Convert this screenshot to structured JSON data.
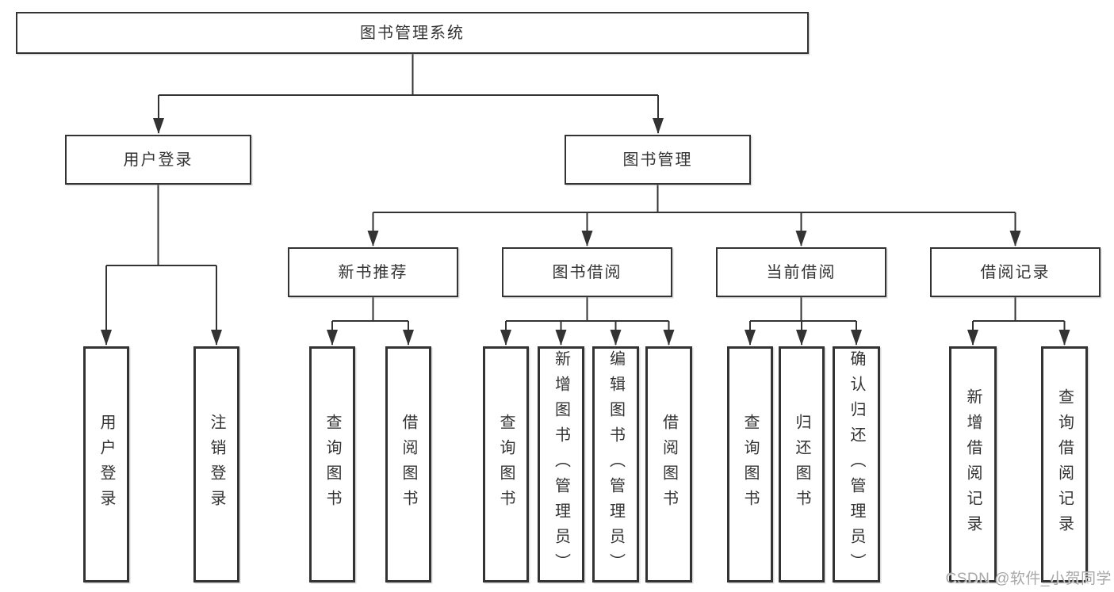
{
  "diagram": {
    "root": {
      "label": "图书管理系统"
    },
    "branches": [
      {
        "label": "用户登录",
        "children": [
          {
            "label": "用户登录"
          },
          {
            "label": "注销登录"
          }
        ]
      },
      {
        "label": "图书管理",
        "children": [
          {
            "label": "新书推荐",
            "children": [
              {
                "label": "查询图书"
              },
              {
                "label": "借阅图书"
              }
            ]
          },
          {
            "label": "图书借阅",
            "children": [
              {
                "label": "查询图书"
              },
              {
                "label": "新增图书（管理员）"
              },
              {
                "label": "编辑图书（管理员）"
              },
              {
                "label": "借阅图书"
              }
            ]
          },
          {
            "label": "当前借阅",
            "children": [
              {
                "label": "查询图书"
              },
              {
                "label": "归还图书"
              },
              {
                "label": "确认归还（管理员）"
              }
            ]
          },
          {
            "label": "借阅记录",
            "children": [
              {
                "label": "新增借阅记录"
              },
              {
                "label": "查询借阅记录"
              }
            ]
          }
        ]
      }
    ],
    "watermark": "CSDN @软件_小贺同学",
    "colors": {
      "line": "#333333",
      "border": "#333333",
      "text": "#333333",
      "box_fill": "#ffffff",
      "background": "#ffffff",
      "watermark": "#a8a8a8"
    }
  }
}
